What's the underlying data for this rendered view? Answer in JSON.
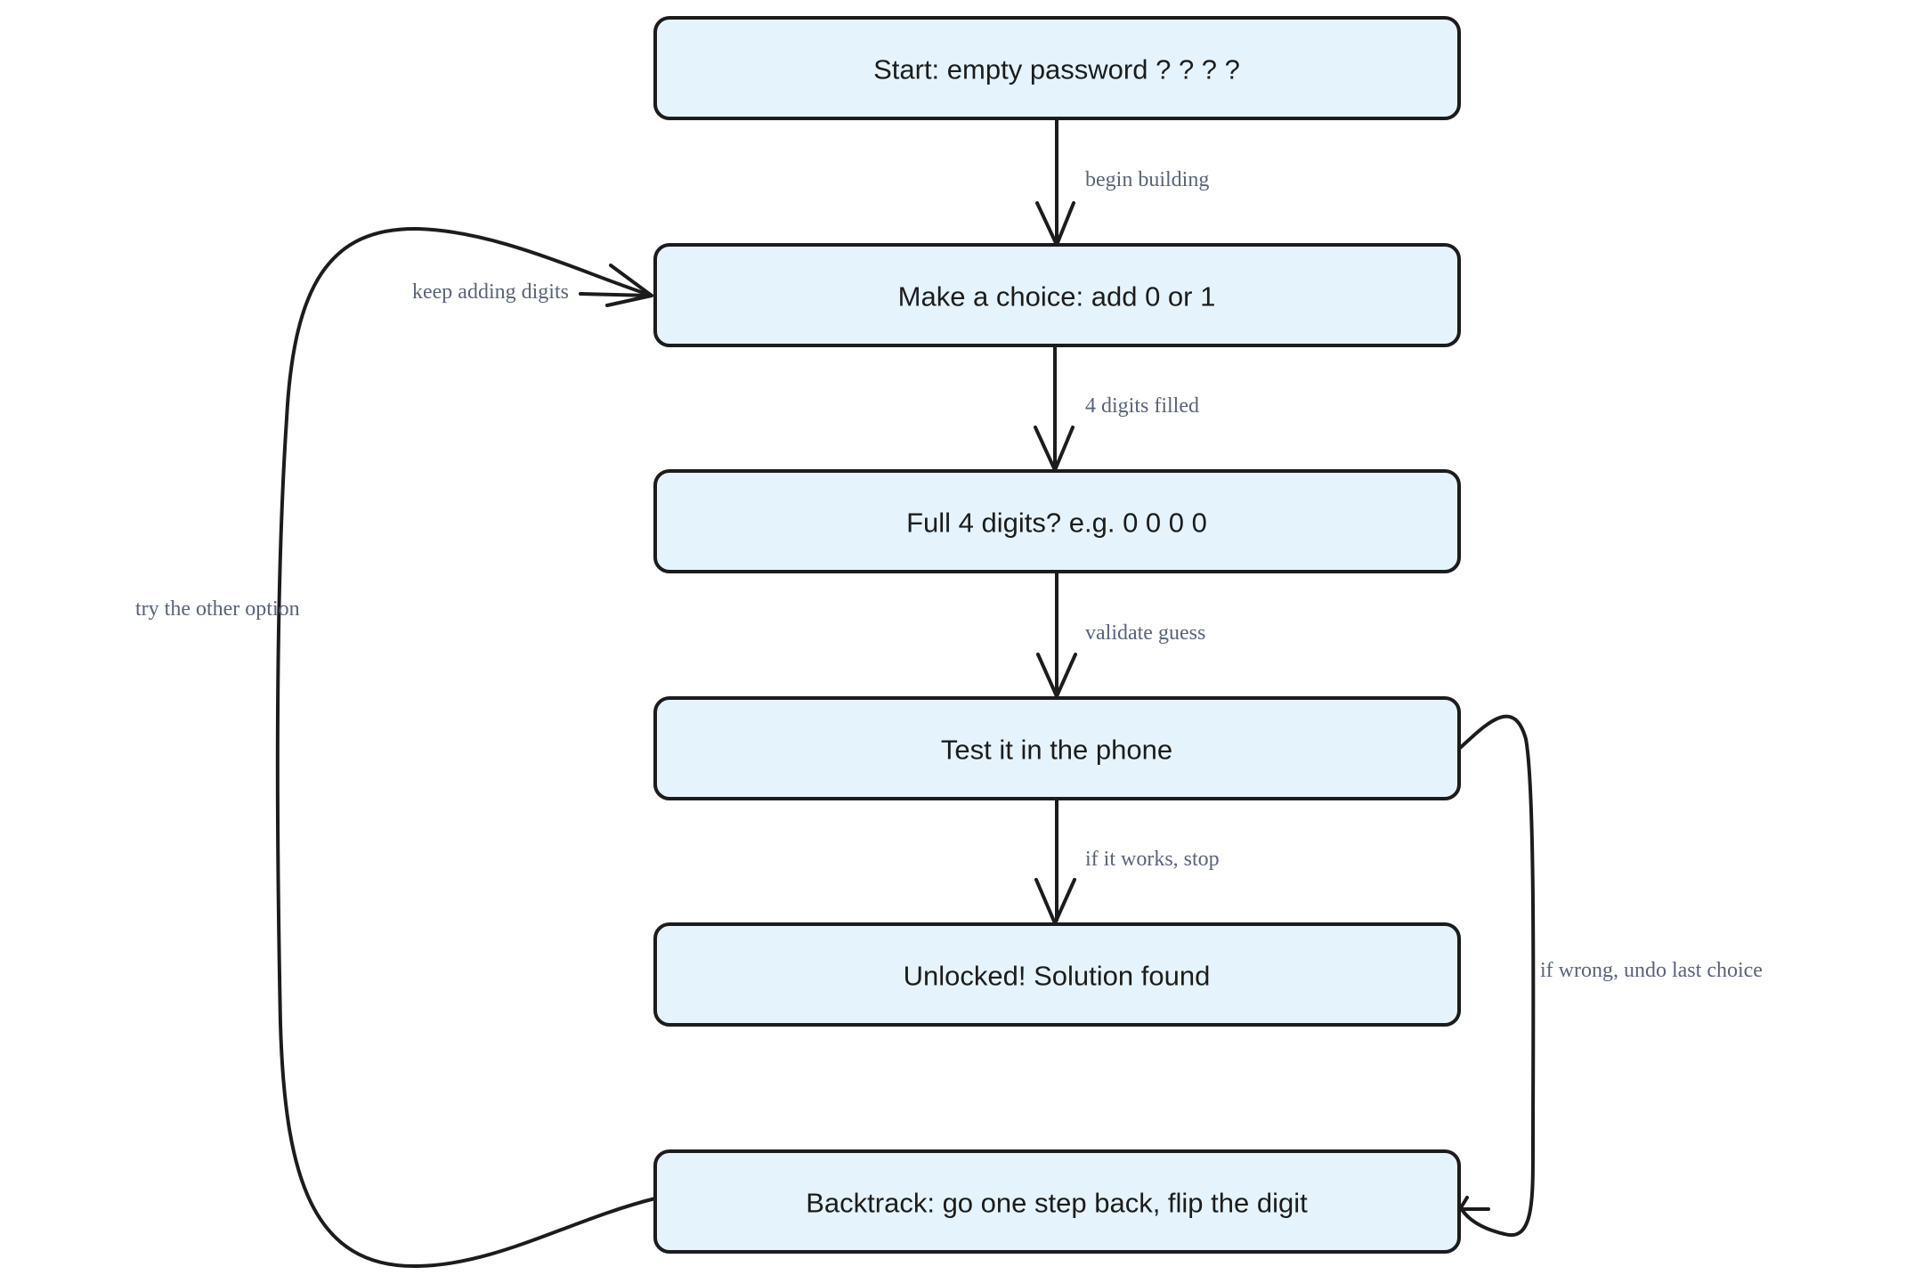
{
  "diagram": {
    "nodes": [
      {
        "id": "start",
        "label": "Start: empty password ? ? ? ?"
      },
      {
        "id": "choice",
        "label": "Make a choice: add 0 or 1"
      },
      {
        "id": "full",
        "label": "Full 4 digits? e.g. 0 0 0 0"
      },
      {
        "id": "test",
        "label": "Test it in the phone"
      },
      {
        "id": "unlocked",
        "label": "Unlocked! Solution found"
      },
      {
        "id": "backtrack",
        "label": "Backtrack: go one step back, flip the digit"
      }
    ],
    "edges": [
      {
        "from": "start",
        "to": "choice",
        "label": "begin building"
      },
      {
        "from": "choice",
        "to": "full",
        "label": "4 digits filled"
      },
      {
        "from": "full",
        "to": "test",
        "label": "validate guess"
      },
      {
        "from": "test",
        "to": "unlocked",
        "label": "if it works, stop"
      },
      {
        "from": "test",
        "to": "backtrack",
        "label": "if wrong, undo last choice"
      },
      {
        "from": "backtrack",
        "to": "choice",
        "label": "try the other option"
      },
      {
        "from": "choice",
        "to": "choice",
        "label": "keep adding digits"
      }
    ],
    "colors": {
      "node_fill": "#e5f4fc",
      "stroke": "#1c1c1c",
      "edge_label": "#5a6378"
    }
  }
}
